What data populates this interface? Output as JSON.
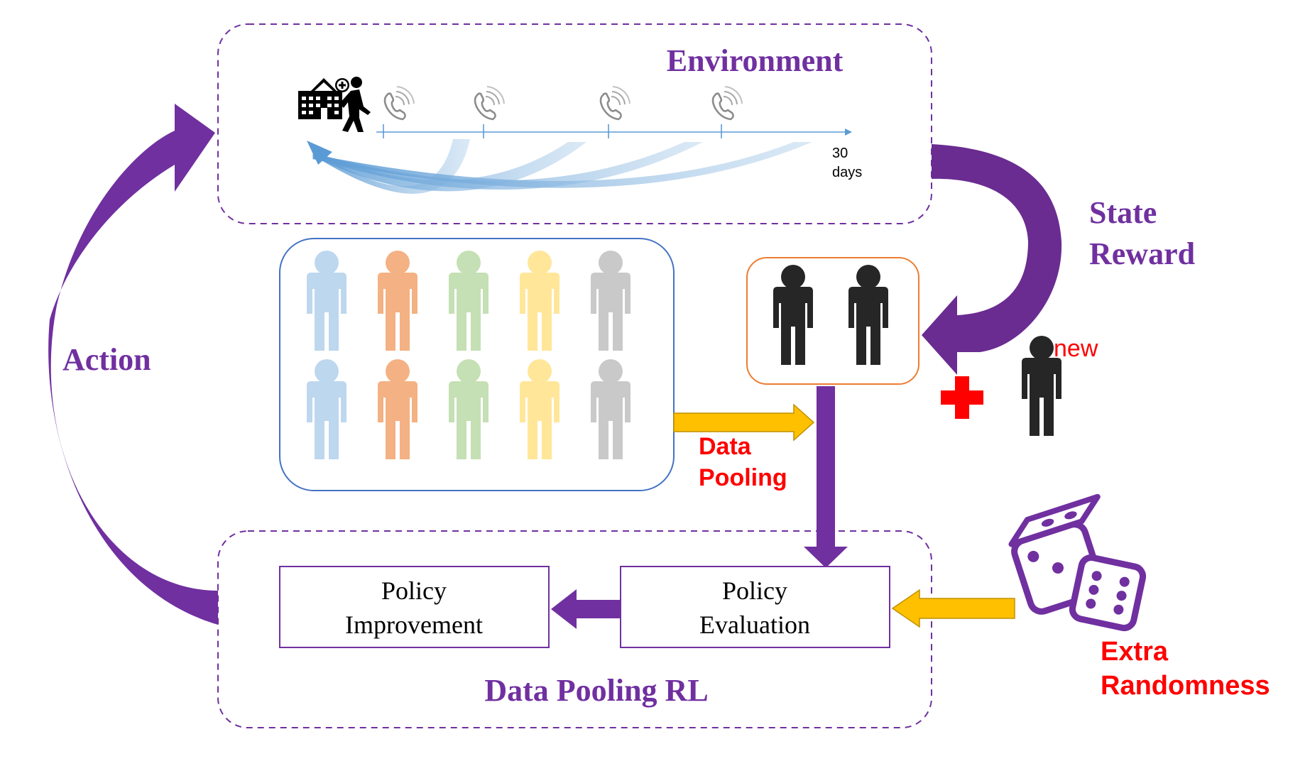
{
  "environment": {
    "title": "Environment",
    "timeline_end_label_line1": "30",
    "timeline_end_label_line2": "days"
  },
  "feedback": {
    "state_label": "State",
    "reward_label": "Reward"
  },
  "action_label": "Action",
  "data_pooling": {
    "label_line1": "Data",
    "label_line2": "Pooling"
  },
  "new_patient_label": "new",
  "randomness": {
    "label_line1": "Extra",
    "label_line2": "Randomness"
  },
  "rl": {
    "title": "Data Pooling RL",
    "policy_improvement_line1": "Policy",
    "policy_improvement_line2": "Improvement",
    "policy_evaluation_line1": "Policy",
    "policy_evaluation_line2": "Evaluation"
  },
  "colors": {
    "purple": "#7030a0",
    "dark_purple": "#5a2a82",
    "red": "#ff0000",
    "gold": "#ffc000",
    "timeline_blue": "#5b9bd5",
    "pool_person_colors": [
      "#bdd7ee",
      "#f4b183",
      "#c5e0b4",
      "#ffe699",
      "#c9c9c9"
    ]
  }
}
